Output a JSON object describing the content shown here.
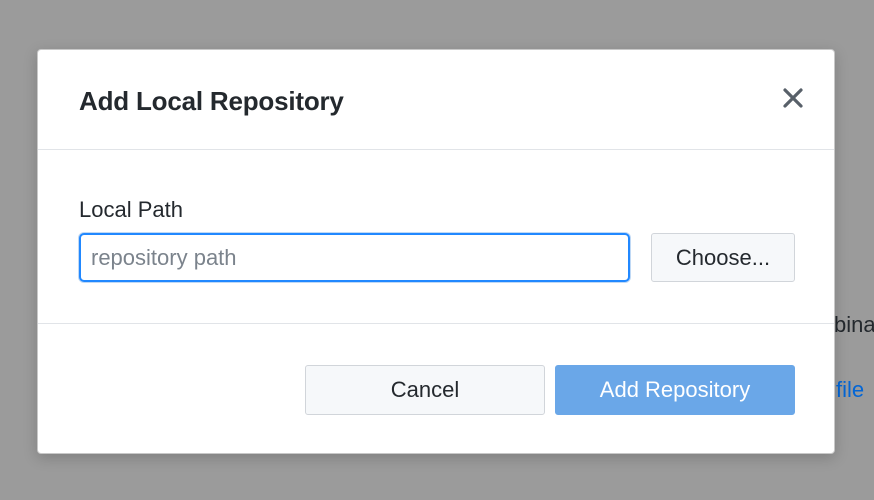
{
  "background": {
    "fragment_1": "bina",
    "fragment_2": "file"
  },
  "dialog": {
    "title": "Add Local Repository",
    "close_icon": "close-icon",
    "local_path": {
      "label": "Local Path",
      "value": "",
      "placeholder": "repository path"
    },
    "choose_label": "Choose...",
    "cancel_label": "Cancel",
    "submit_label": "Add Repository",
    "submit_disabled": true
  },
  "colors": {
    "backdrop": "#9b9b9b",
    "focus_border": "#2188ff",
    "primary_disabled": "#6aa7e8",
    "text": "#24292e",
    "link": "#0366d6"
  }
}
